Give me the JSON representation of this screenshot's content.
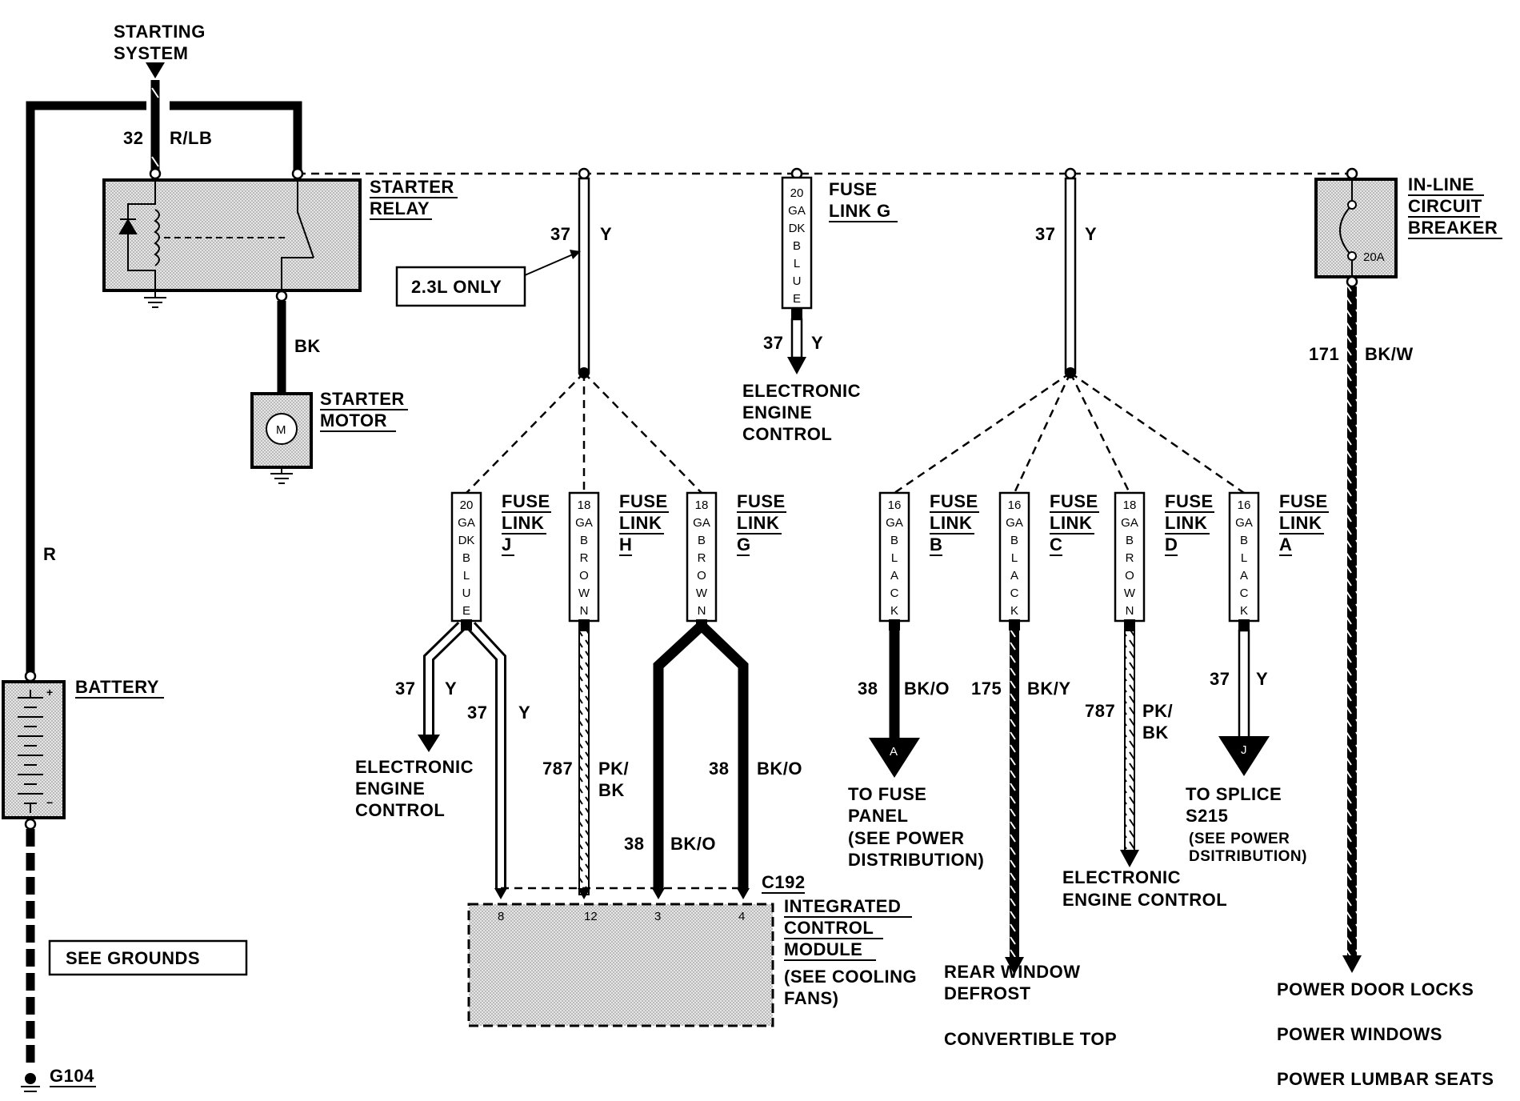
{
  "colors": {
    "ink": "#000000",
    "fill": "#cfcfcf",
    "paper": "#ffffff"
  },
  "header": {
    "line1": "STARTING",
    "line2": "SYSTEM"
  },
  "starter_feed": {
    "circuit": "32",
    "color": "R/LB"
  },
  "starter_relay": {
    "line1": "STARTER",
    "line2": "RELAY"
  },
  "starter_motor": {
    "line1": "STARTER",
    "line2": "MOTOR",
    "symbol": "M",
    "circuit": "BK"
  },
  "battery": {
    "label": "BATTERY",
    "wire": "R",
    "plus": "+",
    "minus": "−"
  },
  "grounds": {
    "box": "SEE GROUNDS",
    "g104": "G104"
  },
  "note_23l": "2.3L ONLY",
  "branch1": {
    "circuit": "37",
    "color": "Y"
  },
  "branch2": {
    "circuit": "37",
    "color": "Y"
  },
  "fuse_g_top": {
    "gauge": [
      "20",
      "GA",
      "DK",
      "B",
      "L",
      "U",
      "E"
    ],
    "label": [
      "FUSE",
      "LINK G"
    ],
    "out_circuit": "37",
    "out_color": "Y",
    "dest": [
      "ELECTRONIC",
      "ENGINE",
      "CONTROL"
    ]
  },
  "circuit_breaker": {
    "line1": "IN-LINE",
    "line2": "CIRCUIT",
    "line3": "BREAKER",
    "rating": "20A",
    "circuit": "171",
    "color": "BK/W"
  },
  "fuse_links": [
    {
      "gauge": [
        "20",
        "GA",
        "DK",
        "B",
        "L",
        "U",
        "E"
      ],
      "fuse": "FUSE",
      "link": "LINK",
      "letter": "J"
    },
    {
      "gauge": [
        "18",
        "GA",
        "B",
        "R",
        "O",
        "W",
        "N"
      ],
      "fuse": "FUSE",
      "link": "LINK",
      "letter": "H"
    },
    {
      "gauge": [
        "18",
        "GA",
        "B",
        "R",
        "O",
        "W",
        "N"
      ],
      "fuse": "FUSE",
      "link": "LINK",
      "letter": "G"
    },
    {
      "gauge": [
        "16",
        "GA",
        "B",
        "L",
        "A",
        "C",
        "K"
      ],
      "fuse": "FUSE",
      "link": "LINK",
      "letter": "B"
    },
    {
      "gauge": [
        "16",
        "GA",
        "B",
        "L",
        "A",
        "C",
        "K"
      ],
      "fuse": "FUSE",
      "link": "LINK",
      "letter": "C"
    },
    {
      "gauge": [
        "18",
        "GA",
        "B",
        "R",
        "O",
        "W",
        "N"
      ],
      "fuse": "FUSE",
      "link": "LINK",
      "letter": "D"
    },
    {
      "gauge": [
        "16",
        "GA",
        "B",
        "L",
        "A",
        "C",
        "K"
      ],
      "fuse": "FUSE",
      "link": "LINK",
      "letter": "A"
    }
  ],
  "fl_j": {
    "c1": "37",
    "y1": "Y",
    "c2": "37",
    "y2": "Y",
    "dest": [
      "ELECTRONIC",
      "ENGINE",
      "CONTROL"
    ]
  },
  "fl_h": {
    "circuit": "787",
    "color1": "PK/",
    "color2": "BK"
  },
  "fl_g": {
    "c1": "38",
    "col1": "BK/O",
    "c2": "38",
    "col2": "BK/O"
  },
  "icm": {
    "connector": "C192",
    "pins": [
      "8",
      "12",
      "3",
      "4"
    ],
    "line1": "INTEGRATED",
    "line2": "CONTROL",
    "line3": "MODULE",
    "line4": "(SEE COOLING",
    "line5": "FANS)"
  },
  "fl_b": {
    "circuit": "38",
    "color": "BK/O",
    "marker": "A",
    "dest": [
      "TO FUSE",
      "PANEL",
      "(SEE POWER",
      "DISTRIBUTION)"
    ]
  },
  "fl_c": {
    "circuit": "175",
    "color": "BK/Y",
    "dest1": "REAR WINDOW",
    "dest2": "DEFROST",
    "dest3": "CONVERTIBLE TOP"
  },
  "fl_d": {
    "circuit": "787",
    "color1": "PK/",
    "color2": "BK",
    "dest": [
      "ELECTRONIC",
      "ENGINE CONTROL"
    ]
  },
  "fl_a": {
    "circuit": "37",
    "color": "Y",
    "marker": "J",
    "dest": [
      "TO SPLICE",
      "S215",
      "(SEE POWER",
      "DSITRIBUTION)"
    ]
  },
  "cb_dest": [
    "POWER DOOR LOCKS",
    "POWER WINDOWS",
    "POWER LUMBAR SEATS"
  ]
}
